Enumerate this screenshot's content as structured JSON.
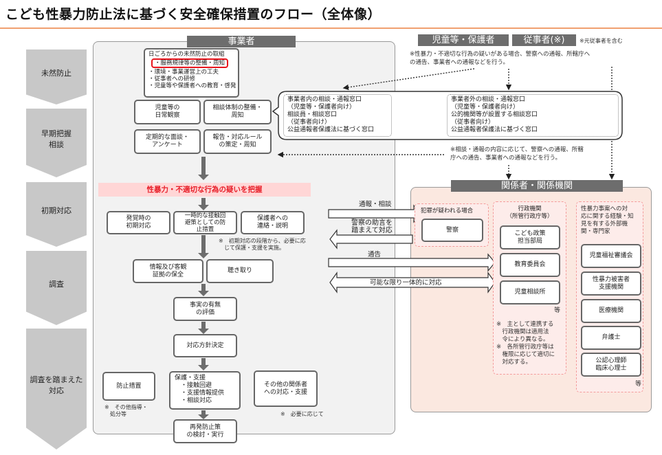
{
  "title": "こども性暴力防止法に基づく安全確保措置のフロー（全体像）",
  "colors": {
    "accent": "#f0a070",
    "header": "#6d6d6d",
    "pink_bar": "#ffd6d6",
    "pink_text": "#e8202a",
    "highlight": "#e8141c",
    "related_panel": "#fbe8e0"
  },
  "stages": [
    "未然防止",
    "早期把握\n相談",
    "初期対応",
    "調査",
    "調査を踏まえた\n対応"
  ],
  "operator": {
    "header": "事業者",
    "prevention": "日ごろからの未然防止の取組\n・服務規律等の整備・周知\n・環境・事業運営上の工夫\n・従事者への研修\n・児童等や保護者への教育・啓発",
    "highlighted": "・服務規律等の整備・周知",
    "daily": "児童等の\n日常観察",
    "consult_setup": "相談体制の整備・\n周知",
    "interview": "定期的な面談・\nアンケート",
    "rules": "報告・対応ルール\nの策定・周知",
    "suspicion": "性暴力・不適切な行為の疑いを把握",
    "initial": "発覚時の\n初期対応",
    "avoid": "一時的な接触回\n避策としての防\n止措置",
    "guardian": "保護者への\n連絡・説明",
    "initial_note": "※　初期対応の段階から、必要に応\n　じて保護・支援を実施。",
    "evidence": "情報及び客観\n証拠の保全",
    "hearing": "聴き取り",
    "evaluation": "事実の有無\nの評価",
    "policy": "対応方針決定",
    "prevent_measure": "防止措置",
    "prevent_note": "※　その他指導・\n　処分等",
    "support": "保護・支援\n　・接触回避\n　・支援情報提供\n　・相談対応",
    "others": "その他の関係者\nへの対応・支援",
    "others_note": "※　必要に応じて",
    "recurrence": "再発防止策\nの検討・実行"
  },
  "reporters": {
    "children": "児童等・保護者",
    "workers": "従事者(※)",
    "workers_note": "※元従事者を含む",
    "note": "※性暴力・不適切な行為の疑いがある場合、警察への通報、所轄庁へ\nの通告、事業者への通報などを行う。"
  },
  "windows": {
    "internal": "事業者内の相談・通報窓口\n（児童等・保護者向け）\n相談員・相談窓口\n（従事者向け）\n公益通報者保護法に基づく窓口",
    "external": "事業者外の相談・通報窓口\n（児童等・保護者向け）\n公的機関等が設置する相談窓口\n（従事者向け）\n公益通報者保護法に基づく窓口",
    "note": "※相談・通報の内容に応じて、警察への通報、所轄\n庁への通告、事業者への通報などを行う。"
  },
  "flows": {
    "report": "通報・相談",
    "police_advice": "警察の助言を\n踏まえて対応",
    "notify": "通告",
    "joint": "可能な限り一体的に対応"
  },
  "related": {
    "header": "関係者・関係機関",
    "crime": "犯罪が疑われる場合",
    "police": "警察",
    "admin": "行政機関\n（所管行政庁等）",
    "admin_items": [
      "こども政策\n担当部局",
      "教育委員会",
      "児童相談所"
    ],
    "admin_etc": "等",
    "admin_note": "※　主として連携する\n　行政機関は適用法\n　令により異なる。\n※　各所管行政庁等は\n　権限に応じて適切に\n　対応する。",
    "experts": "性暴力事案への対\n応に関する経験・知\n見を有する外部機\n関・専門家",
    "expert_items": [
      "児童福祉審議会",
      "性暴力被害者\n支援機関",
      "医療機関",
      "弁護士",
      "公認心理師\n臨床心理士"
    ],
    "experts_etc": "等"
  }
}
